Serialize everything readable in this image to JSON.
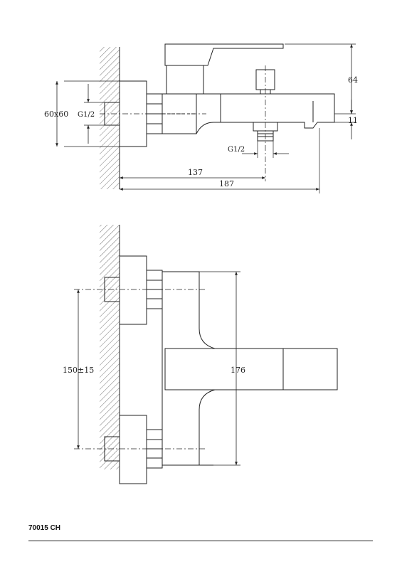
{
  "top_view": {
    "dim_width_mm": "64",
    "dim_outlet_mm": "11",
    "dim_plate": "60x60",
    "thread_wall": "G1/2",
    "thread_outlet": "G1/2",
    "dim_center": "137",
    "dim_total": "187"
  },
  "front_view": {
    "dim_spacing": "150±15",
    "dim_length": "176"
  },
  "product_code": "70015 CH"
}
